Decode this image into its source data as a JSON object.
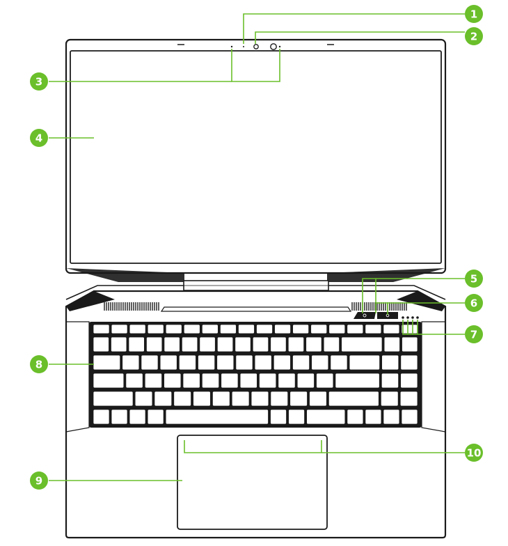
{
  "colors": {
    "callout_fill": "#6abf2a",
    "callout_text": "#ffffff",
    "leader_line": "#6abf2a",
    "outline": "#1a1a1a",
    "bezel": "#ffffff"
  },
  "callouts": [
    {
      "id": "1",
      "label": "1"
    },
    {
      "id": "2",
      "label": "2"
    },
    {
      "id": "3",
      "label": "3"
    },
    {
      "id": "4",
      "label": "4"
    },
    {
      "id": "5",
      "label": "5"
    },
    {
      "id": "6",
      "label": "6"
    },
    {
      "id": "7",
      "label": "7"
    },
    {
      "id": "8",
      "label": "8"
    },
    {
      "id": "9",
      "label": "9"
    },
    {
      "id": "10",
      "label": "10"
    }
  ]
}
